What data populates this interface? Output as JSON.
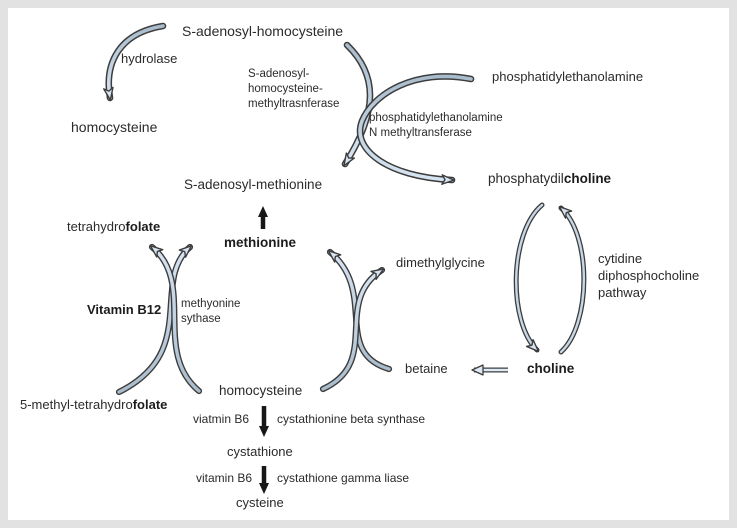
{
  "title": "methionine-homocysteine-choline-pathway-diagram",
  "colors": {
    "background": "#ffffff",
    "frame_border": "#e2e2e2",
    "text": "#2b2b2b",
    "arrow_outline": "#3d3d3d",
    "arrow_fill_light": "#d7e5f3",
    "arrow_fill_gray": "#a9bccc",
    "black_arrow": "#171717"
  },
  "nodes": {
    "s_adenosyl_homocysteine": "S-adenosyl-homocysteine",
    "homocysteine_top": "homocysteine",
    "phosphatidylethanolamine": "phosphatidylethanolamine",
    "s_adenosyl_methionine": "S-adenosyl-methionine",
    "phosphatydilcholine_prefix": "phosphatydil",
    "phosphatydilcholine_bold": "choline",
    "tetrahydrofolate_prefix": "tetrahydro",
    "tetrahydrofolate_bold": "folate",
    "methionine": "methionine",
    "dimethylglycine": "dimethylglycine",
    "betaine": "betaine",
    "choline": "choline",
    "five_methyl_tetrahydrofolate_prefix": "5-methyl-tetrahydro",
    "five_methyl_tetrahydrofolate_bold": "folate",
    "homocysteine_bottom": "homocysteine",
    "cystathione": "cystathione",
    "cysteine": "cysteine"
  },
  "enzymes": {
    "hydrolase": "hydrolase",
    "sah_methyltransferase": [
      "S-adenosyl-",
      "homocysteine-",
      "methyltrasnferase"
    ],
    "pe_n_methyltransferase": [
      "phosphatidylethanolamine",
      "N methyltransferase"
    ],
    "vitamin_b12": "Vitamin B12",
    "methionine_synthase": [
      "methyonine",
      "sythase"
    ],
    "cdp_choline_pathway": [
      "cytidine",
      "diphosphocholine",
      "pathway"
    ],
    "viatmin_b6": "viatmin B6",
    "cystathionine_beta_synthase": "cystathionine beta synthase",
    "vitamin_b6": "vitamin B6",
    "cystathione_gamma_liase": "cystathione gamma liase"
  }
}
